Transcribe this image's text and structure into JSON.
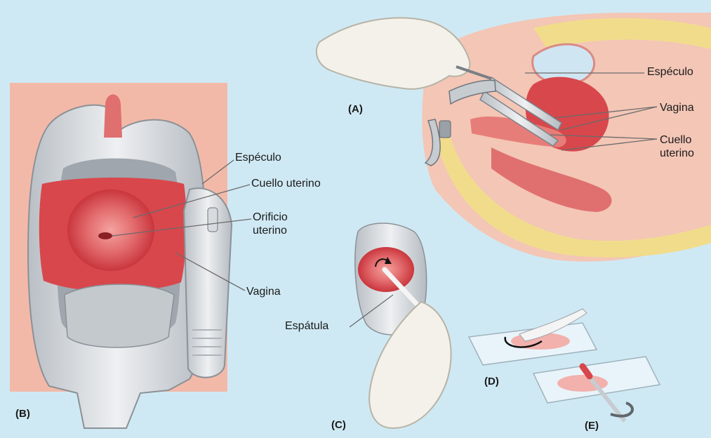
{
  "panels": {
    "a": "(A)",
    "b": "(B)",
    "c": "(C)",
    "d": "(D)",
    "e": "(E)"
  },
  "labels": {
    "especulo_b": "Espéculo",
    "cuello_uterino_b": "Cuello uterino",
    "orificio_uterino": "Orificio uterino",
    "vagina_b": "Vagina",
    "espatula": "Espátula",
    "especulo_a": "Espéculo",
    "vagina_a": "Vagina",
    "cuello_uterino_a": "Cuello uterino"
  },
  "colors": {
    "background": "#cfe9f4",
    "tissue_red": "#d8474c",
    "skin_pink": "#f0b9a8",
    "instrument_gray": "#e3e6e9",
    "glove_white": "#f3f1ea",
    "bone_yellow": "#f1dc8c"
  }
}
